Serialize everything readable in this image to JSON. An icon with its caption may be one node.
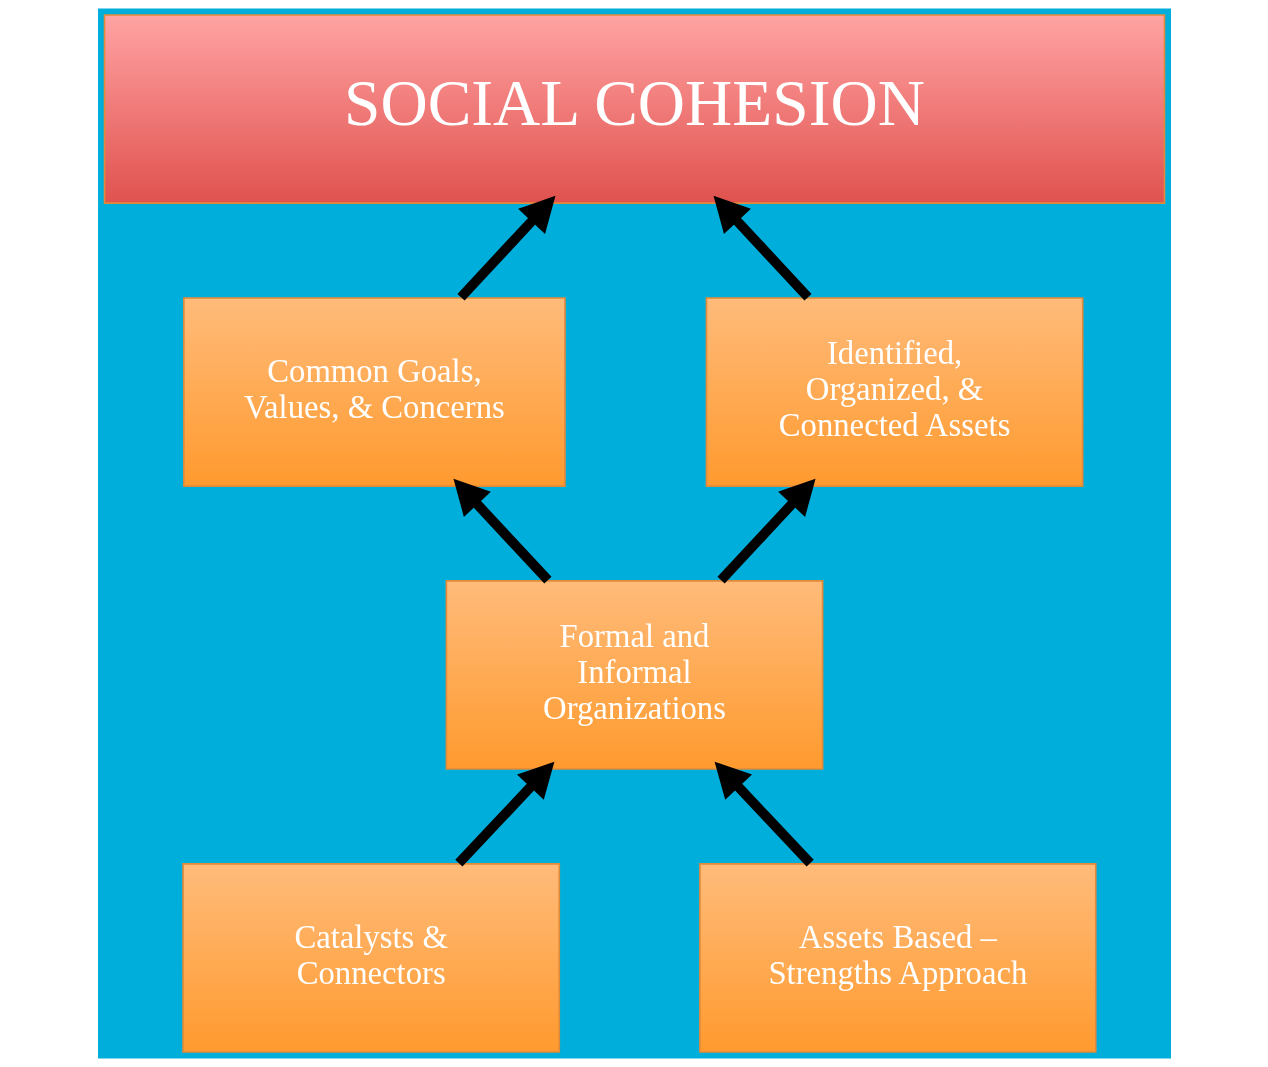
{
  "diagram": {
    "nodes": [
      {
        "text": [
          "SOCIAL COHESION"
        ]
      },
      {
        "text": [
          "Common Goals, Values, & Concerns"
        ]
      },
      {
        "text": [
          "Identified, Organized, & Connected Assets"
        ]
      },
      {
        "text": [
          "Formal and Informal Organizations"
        ]
      },
      {
        "text": [
          "Catalysts & Connectors"
        ]
      },
      {
        "text": [
          "Assets Based – Strengths Approach"
        ]
      }
    ],
    "edges": [
      {
        "from": 1,
        "to": 0,
        "arrow": "to"
      },
      {
        "from": 2,
        "to": 0,
        "arrow": "to"
      },
      {
        "from": 3,
        "to": 1,
        "arrow": "to"
      },
      {
        "from": 3,
        "to": 2,
        "arrow": "to"
      },
      {
        "from": 4,
        "to": 3,
        "arrow": "to"
      },
      {
        "from": 5,
        "to": 3,
        "arrow": "to"
      }
    ]
  }
}
